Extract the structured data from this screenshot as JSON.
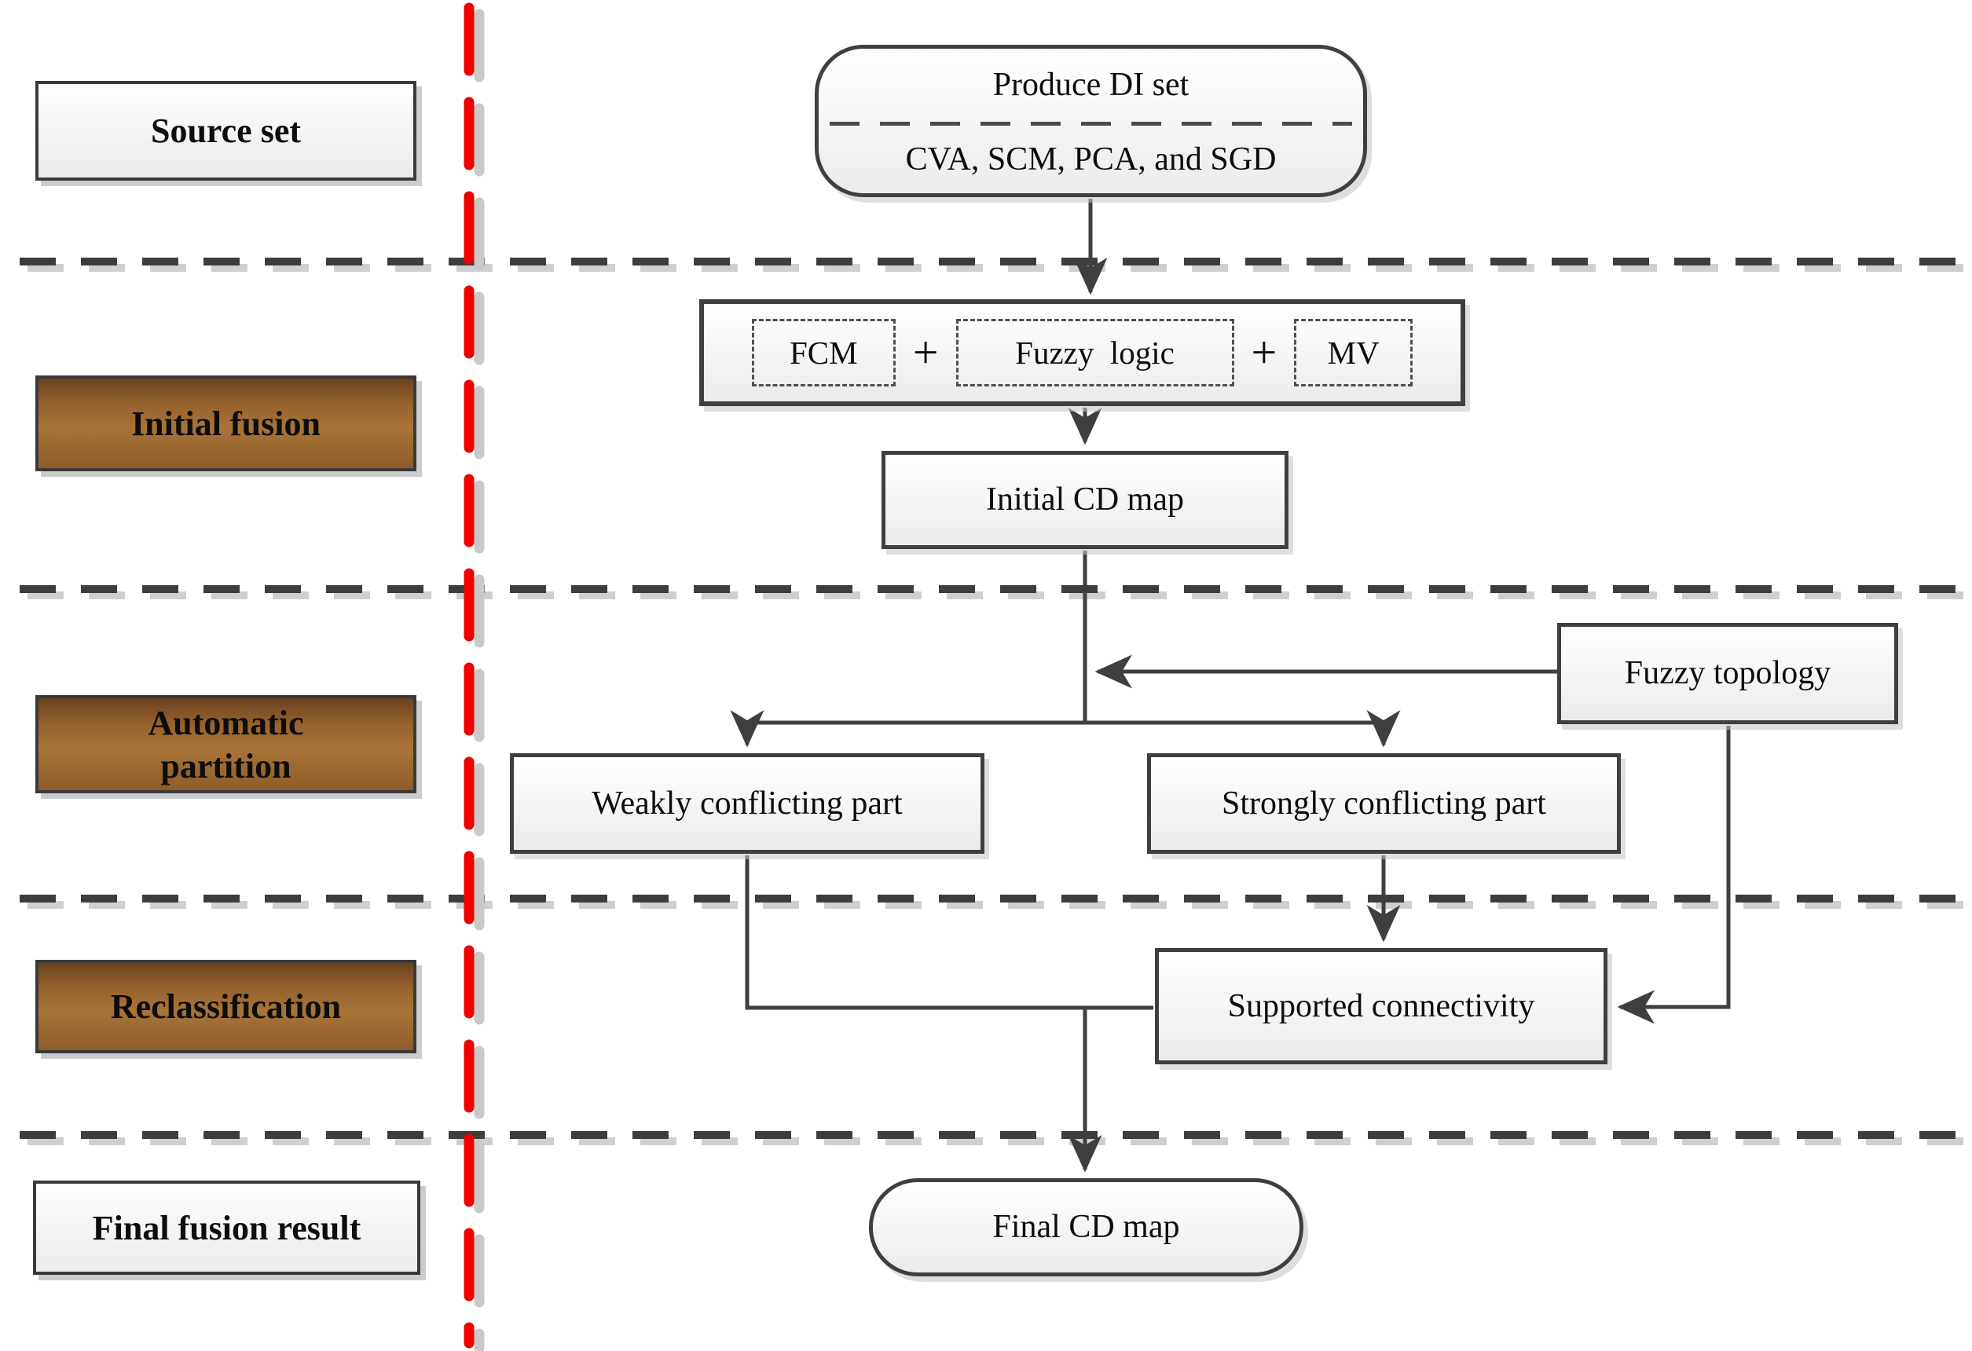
{
  "stages": [
    {
      "label": "Source set",
      "variant": "white"
    },
    {
      "label": "Initial fusion",
      "variant": "brown"
    },
    {
      "label": "Automatic\npartition",
      "variant": "brown"
    },
    {
      "label": "Reclassification",
      "variant": "brown"
    },
    {
      "label": "Final fusion result",
      "variant": "white"
    }
  ],
  "nodes": {
    "produce_di": {
      "title": "Produce DI set",
      "methods": "CVA, SCM, PCA, and SGD"
    },
    "initial_fusion": {
      "operands": [
        "FCM",
        "Fuzzy  logic",
        "MV"
      ],
      "operator": "+"
    },
    "initial_cd_map": {
      "label": "Initial CD map"
    },
    "fuzzy_topology": {
      "label": "Fuzzy topology"
    },
    "weakly_conflicting": {
      "label": "Weakly conflicting part"
    },
    "strongly_conflicting": {
      "label": "Strongly conflicting part"
    },
    "supported_connectivity": {
      "label": "Supported connectivity"
    },
    "final_cd_map": {
      "label": "Final CD map"
    }
  },
  "colors": {
    "stage_fill_brown": "#9a6630",
    "divider_red": "#f20000",
    "line_gray": "#3f3f3f"
  }
}
